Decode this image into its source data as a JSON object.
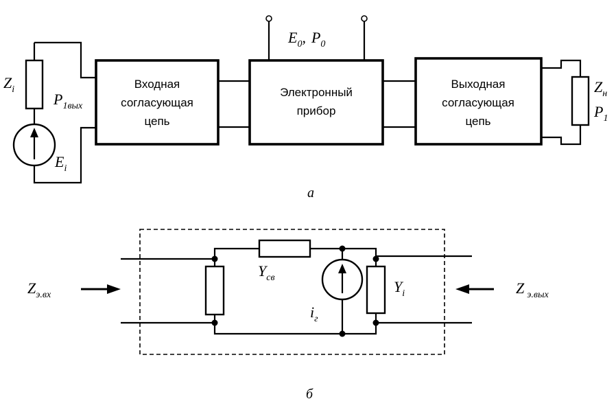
{
  "diagram_a": {
    "caption": "а",
    "blocks": {
      "input_lines": [
        "Входная",
        "согласующая",
        "цепь"
      ],
      "device_lines": [
        "Электронный",
        "прибор"
      ],
      "output_lines": [
        "Выходная",
        "согласующая",
        "цепь"
      ]
    },
    "labels": {
      "zi": "Z",
      "zi_sub": "i",
      "ei": "E",
      "ei_sub": "i",
      "p1out": "P",
      "p1out_sub": "1вых",
      "e0": "E",
      "e0_sub": "0",
      "sep": ",",
      "p0": "P",
      "p0_sub": "0",
      "zn": "Z",
      "zn_sub": "н",
      "p1": "P",
      "p1_sub": "1"
    }
  },
  "diagram_b": {
    "caption": "б",
    "labels": {
      "ysv": "Y",
      "ysv_sub": "св",
      "yi": "Y",
      "yi_sub": "i",
      "ig": "i",
      "ig_sub": "г",
      "zin": "Z",
      "zin_sub": "э.вх",
      "zout": "Z",
      "zout_sub": "э.вых"
    }
  }
}
